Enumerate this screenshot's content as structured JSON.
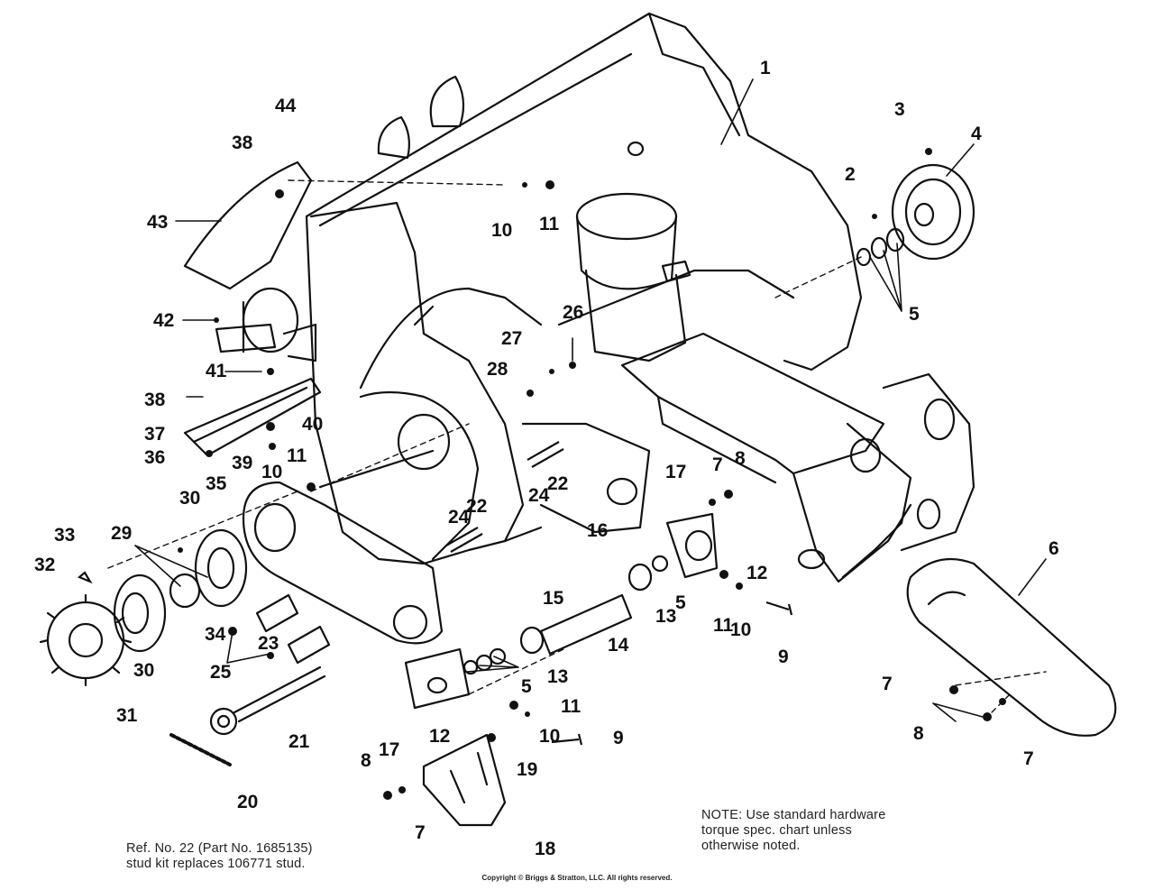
{
  "diagram": {
    "callouts": [
      {
        "id": "c1",
        "label": "1"
      },
      {
        "id": "c2",
        "label": "2"
      },
      {
        "id": "c3",
        "label": "3"
      },
      {
        "id": "c4",
        "label": "4"
      },
      {
        "id": "c5a",
        "label": "5"
      },
      {
        "id": "c5b",
        "label": "5"
      },
      {
        "id": "c5c",
        "label": "5"
      },
      {
        "id": "c6",
        "label": "6"
      },
      {
        "id": "c7a",
        "label": "7"
      },
      {
        "id": "c7b",
        "label": "7"
      },
      {
        "id": "c7c",
        "label": "7"
      },
      {
        "id": "c7d",
        "label": "7"
      },
      {
        "id": "c8a",
        "label": "8"
      },
      {
        "id": "c8b",
        "label": "8"
      },
      {
        "id": "c8c",
        "label": "8"
      },
      {
        "id": "c9a",
        "label": "9"
      },
      {
        "id": "c9b",
        "label": "9"
      },
      {
        "id": "c10a",
        "label": "10"
      },
      {
        "id": "c10b",
        "label": "10"
      },
      {
        "id": "c10c",
        "label": "10"
      },
      {
        "id": "c10d",
        "label": "10"
      },
      {
        "id": "c11a",
        "label": "11"
      },
      {
        "id": "c11b",
        "label": "11"
      },
      {
        "id": "c11c",
        "label": "11"
      },
      {
        "id": "c11d",
        "label": "11"
      },
      {
        "id": "c12a",
        "label": "12"
      },
      {
        "id": "c12b",
        "label": "12"
      },
      {
        "id": "c13a",
        "label": "13"
      },
      {
        "id": "c13b",
        "label": "13"
      },
      {
        "id": "c14",
        "label": "14"
      },
      {
        "id": "c15",
        "label": "15"
      },
      {
        "id": "c16",
        "label": "16"
      },
      {
        "id": "c17a",
        "label": "17"
      },
      {
        "id": "c17b",
        "label": "17"
      },
      {
        "id": "c18",
        "label": "18"
      },
      {
        "id": "c19",
        "label": "19"
      },
      {
        "id": "c20",
        "label": "20"
      },
      {
        "id": "c21",
        "label": "21"
      },
      {
        "id": "c22a",
        "label": "22"
      },
      {
        "id": "c22b",
        "label": "22"
      },
      {
        "id": "c23",
        "label": "23"
      },
      {
        "id": "c24a",
        "label": "24"
      },
      {
        "id": "c24b",
        "label": "24"
      },
      {
        "id": "c25",
        "label": "25"
      },
      {
        "id": "c26",
        "label": "26"
      },
      {
        "id": "c27",
        "label": "27"
      },
      {
        "id": "c28",
        "label": "28"
      },
      {
        "id": "c29",
        "label": "29"
      },
      {
        "id": "c30a",
        "label": "30"
      },
      {
        "id": "c30b",
        "label": "30"
      },
      {
        "id": "c31",
        "label": "31"
      },
      {
        "id": "c32",
        "label": "32"
      },
      {
        "id": "c33",
        "label": "33"
      },
      {
        "id": "c34",
        "label": "34"
      },
      {
        "id": "c35",
        "label": "35"
      },
      {
        "id": "c36",
        "label": "36"
      },
      {
        "id": "c37",
        "label": "37"
      },
      {
        "id": "c38a",
        "label": "38"
      },
      {
        "id": "c38b",
        "label": "38"
      },
      {
        "id": "c39",
        "label": "39"
      },
      {
        "id": "c40",
        "label": "40"
      },
      {
        "id": "c41",
        "label": "41"
      },
      {
        "id": "c42",
        "label": "42"
      },
      {
        "id": "c43",
        "label": "43"
      },
      {
        "id": "c44",
        "label": "44"
      }
    ]
  },
  "notes": {
    "torque_line1": "NOTE: Use standard hardware",
    "torque_line2": "torque spec. chart unless",
    "torque_line3": "otherwise noted.",
    "ref_line1": "Ref. No. 22 (Part No. 1685135)",
    "ref_line2": "stud kit replaces 106771 stud."
  },
  "footer": {
    "copyright": "Copyright © Briggs & Stratton, LLC. All rights reserved."
  },
  "colors": {
    "ink": "#111111",
    "paper": "#ffffff",
    "watermark": "#d8d8d8"
  }
}
